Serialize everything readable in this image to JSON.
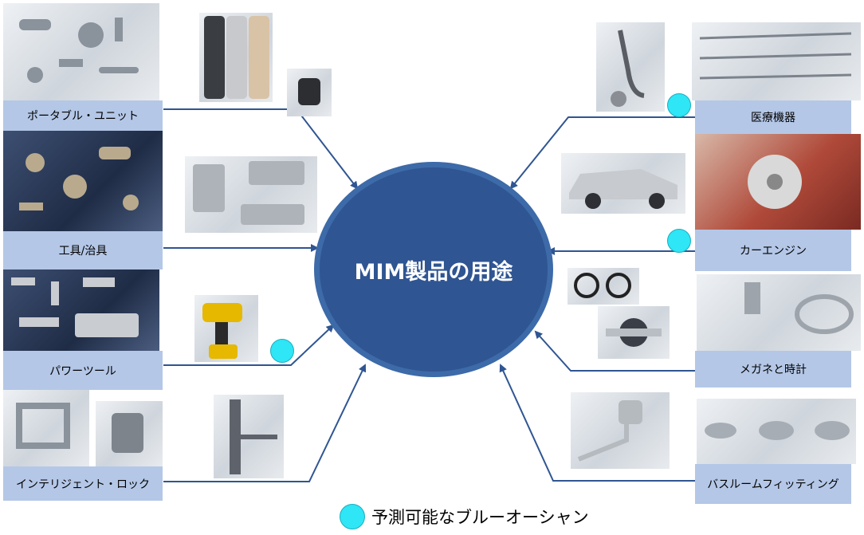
{
  "hub": {
    "title": "MIM製品の用途"
  },
  "left_categories": [
    {
      "label": "ポータブル・ユニット",
      "highlight": false
    },
    {
      "label": "工具/治具",
      "highlight": false
    },
    {
      "label": "パワーツール",
      "highlight": true
    },
    {
      "label": "インテリジェント・ロック",
      "highlight": false
    }
  ],
  "right_categories": [
    {
      "label": "医療機器",
      "highlight": true
    },
    {
      "label": "カーエンジン",
      "highlight": true
    },
    {
      "label": "メガネと時計",
      "highlight": false
    },
    {
      "label": "バスルームフィッティング",
      "highlight": false
    }
  ],
  "legend": {
    "label": "予測可能なブルーオーシャン",
    "color": "#2ee6f5"
  },
  "colors": {
    "hub": "#2f5592",
    "hub_border": "#3d6aa8",
    "label_bg": "#b4c7e7",
    "arrow": "#2f5592"
  },
  "icons": [
    "metal-parts-photo",
    "smartphone-photo",
    "smartwatch-photo",
    "gripper-photo",
    "drill-photo",
    "door-lock-photo",
    "stethoscope-photo",
    "surgical-tools-photo",
    "car-photo",
    "turbine-photo",
    "glasses-photo",
    "watch-photo",
    "faucet-photo",
    "handles-photo"
  ]
}
